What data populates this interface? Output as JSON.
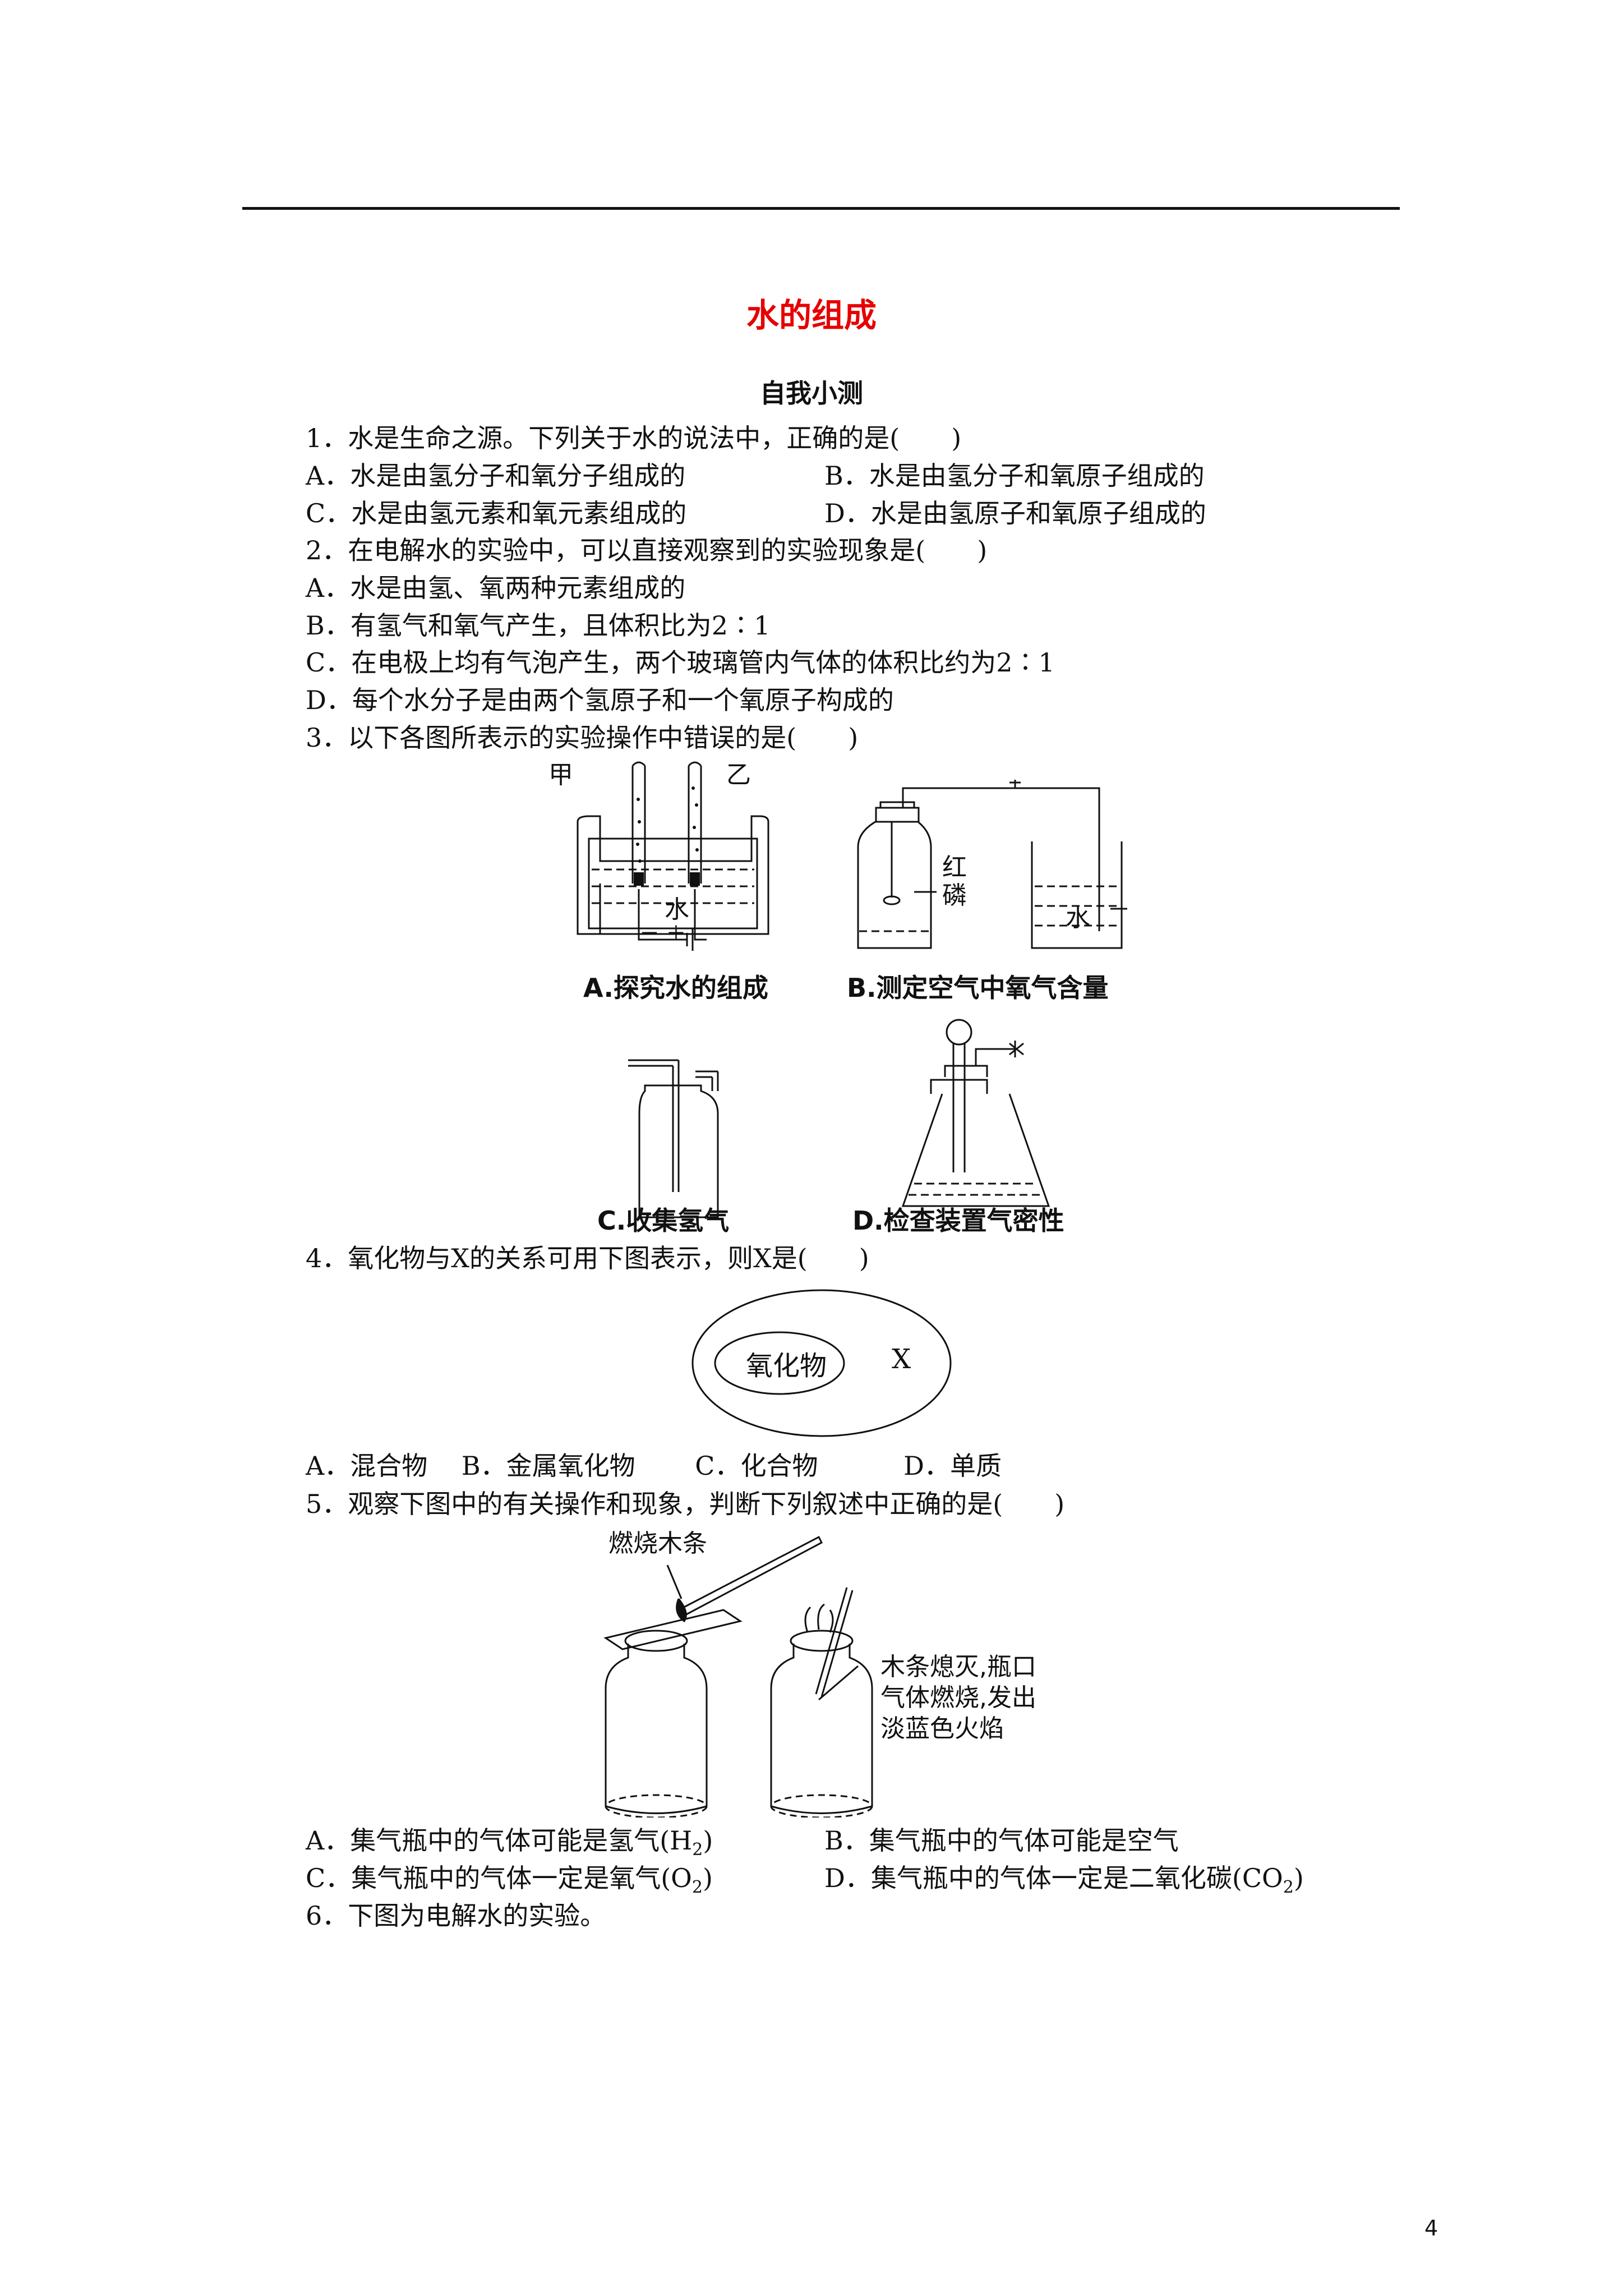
{
  "title": "水的组成",
  "subtitle": "自我小测",
  "q1": {
    "stem": "1．水是生命之源。下列关于水的说法中，正确的是(　　)",
    "A": "A．水是由氢分子和氧分子组成的",
    "B": "B．水是由氢分子和氧原子组成的",
    "C": "C．水是由氢元素和氧元素组成的",
    "D": "D．水是由氢原子和氧原子组成的"
  },
  "q2": {
    "stem": "2．在电解水的实验中，可以直接观察到的实验现象是(　　)",
    "A": "A．水是由氢、氧两种元素组成的",
    "B": "B．有氢气和氧气产生，且体积比为2∶1",
    "C": "C．在电极上均有气泡产生，两个玻璃管内气体的体积比约为2∶1",
    "D": "D．每个水分子是由两个氢原子和一个氧原子构成的"
  },
  "q3": {
    "stem": "3．以下各图所表示的实验操作中错误的是(　　)",
    "figA": {
      "caption": "A.探究水的组成",
      "left_tube": "甲",
      "right_tube": "乙",
      "liquid": "水",
      "poles": "－ ＋"
    },
    "figB": {
      "caption": "B.测定空气中氧气含量",
      "label1": "红",
      "label2": "磷",
      "liquid": "水"
    },
    "figC": {
      "caption": "C.收集氢气"
    },
    "figD": {
      "caption": "D.检查装置气密性"
    }
  },
  "q4": {
    "stem": "4．氧化物与X的关系可用下图表示，则X是(　　)",
    "inner": "氧化物",
    "outer": "X",
    "options": "A．混合物　 B．金属氧化物　　 C．化合物　　　 D．单质"
  },
  "q5": {
    "stem": "5．观察下图中的有关操作和现象，判断下列叙述中正确的是(　　)",
    "stick_label": "燃烧木条",
    "note1": "木条熄灭,瓶口",
    "note2": "气体燃烧,发出",
    "note3": "淡蓝色火焰",
    "A_pre": "A．集气瓶中的气体可能是氢气(H",
    "A_sub": "2",
    "A_post": ")",
    "B": "B．集气瓶中的气体可能是空气",
    "C_pre": "C．集气瓶中的气体一定是氧气(O",
    "C_sub": "2",
    "C_post": ")",
    "D_pre": "D．集气瓶中的气体一定是二氧化碳(CO",
    "D_sub": "2",
    "D_post": ")"
  },
  "q6": {
    "stem": "6．下图为电解水的实验。"
  },
  "page_number": "4"
}
